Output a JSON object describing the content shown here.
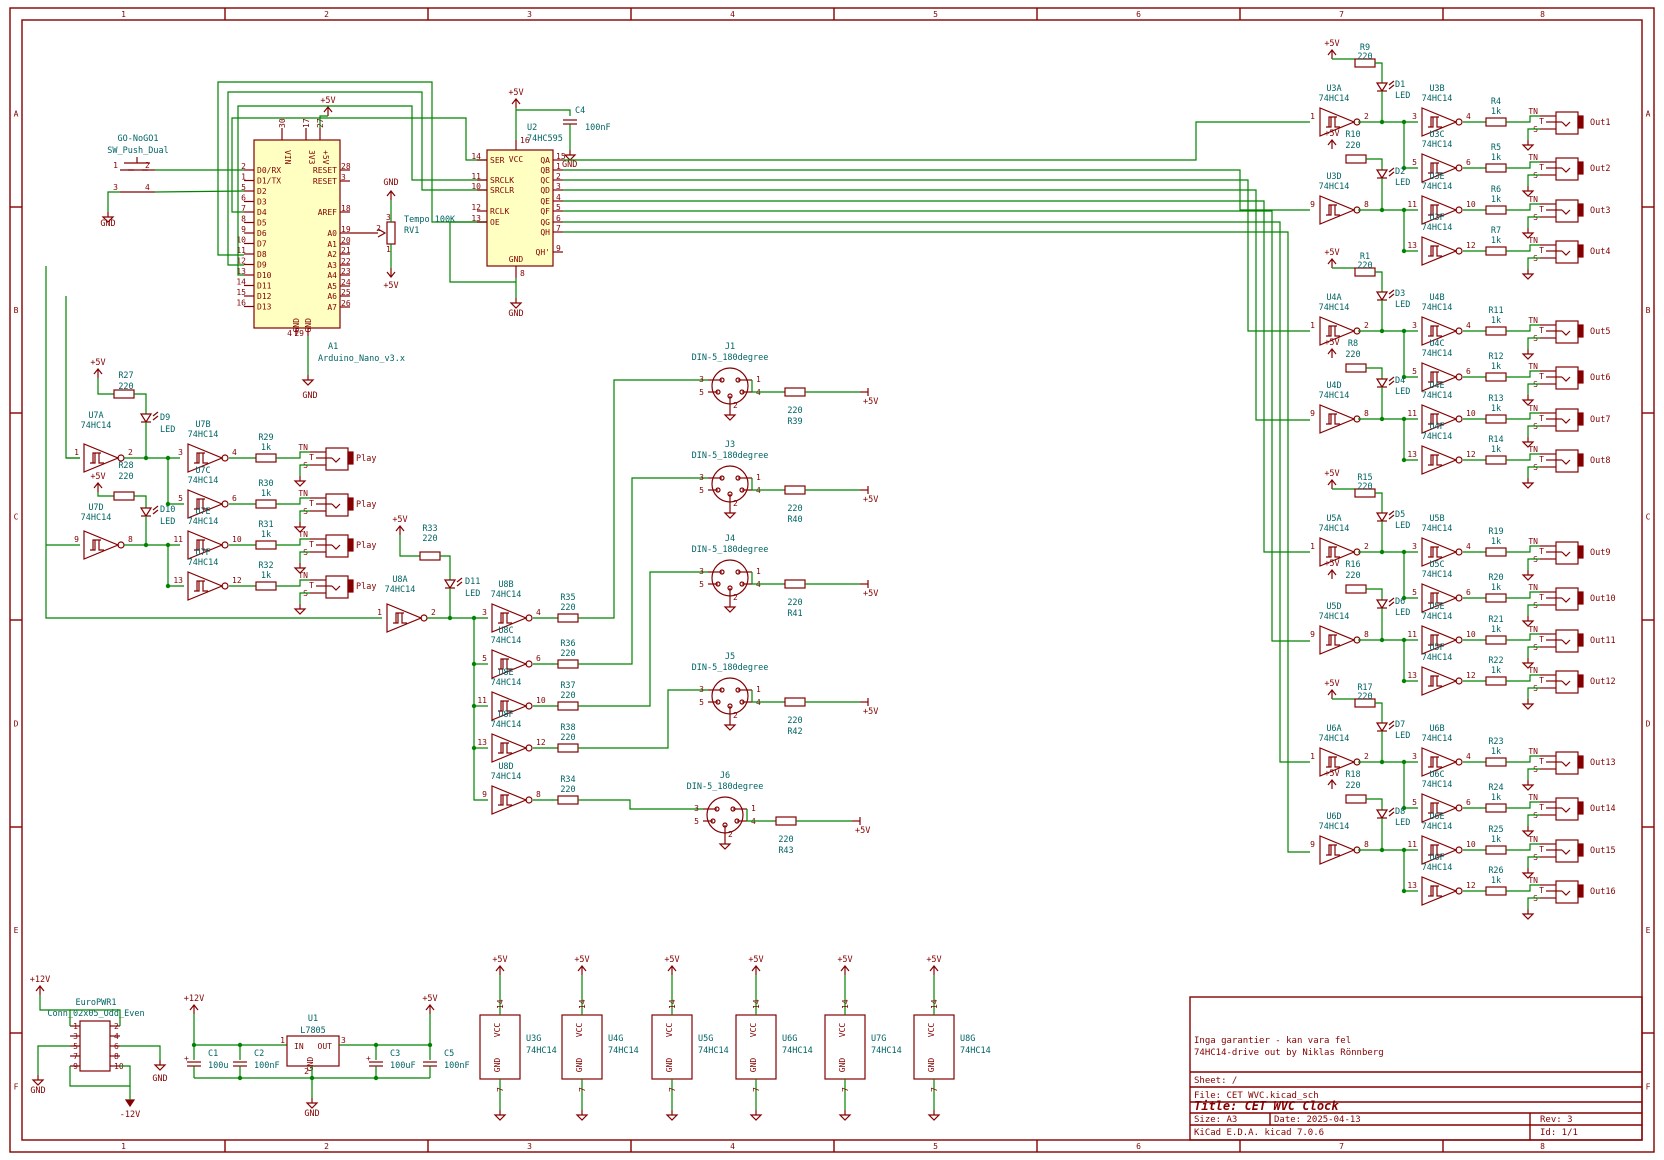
{
  "grid": {
    "columns": [
      "1",
      "2",
      "3",
      "4",
      "5",
      "6",
      "7",
      "8"
    ],
    "rows": [
      "A",
      "B",
      "C",
      "D",
      "E",
      "F"
    ]
  },
  "title_block": {
    "note1": "Inga garantier - kan vara fel",
    "note2": "74HC14-drive out by Niklas Rönnberg",
    "sheet": "Sheet: /",
    "file": "File: CET WVC.kicad_sch",
    "title": "Title: CET WVC Clock",
    "size": "Size: A3",
    "date": "Date: 2025-04-13",
    "rev": "Rev: 3",
    "eda": "KiCad E.D.A.  kicad 7.0.6",
    "id": "Id: 1/1"
  },
  "power": {
    "p5": "+5V",
    "gnd": "GND",
    "p12": "+12V",
    "m12": "-12V"
  },
  "arduino": {
    "ref": "A1",
    "value": "Arduino_Nano_v3.x",
    "top_pins": [
      "VIN",
      "3V3",
      "+5V"
    ],
    "top_nums": [
      "30",
      "17",
      "27"
    ],
    "left_pins": [
      "D0/RX",
      "D1/TX",
      "D2",
      "D3",
      "D4",
      "D5",
      "D6",
      "D7",
      "D8",
      "D9",
      "D10",
      "D11",
      "D12",
      "D13"
    ],
    "left_nums": [
      "2",
      "1",
      "5",
      "6",
      "7",
      "8",
      "9",
      "10",
      "11",
      "12",
      "13",
      "14",
      "15",
      "16"
    ],
    "right_pins": [
      "RESET",
      "RESET",
      "AREF",
      "A0",
      "A1",
      "A2",
      "A3",
      "A4",
      "A5",
      "A6",
      "A7"
    ],
    "right_nums": [
      "28",
      "3",
      "18",
      "19",
      "20",
      "21",
      "22",
      "23",
      "24",
      "25",
      "26"
    ],
    "bottom_pins": [
      "GND",
      "GND"
    ],
    "bottom_nums": [
      "4",
      "29"
    ]
  },
  "switch": {
    "ref": "GO-NoGO1",
    "value": "SW_Push_Dual",
    "pins": [
      "1",
      "2",
      "3",
      "4"
    ]
  },
  "pot": {
    "ref": "RV1",
    "value": "Tempo 100K",
    "pins": [
      "1",
      "2",
      "3"
    ]
  },
  "sr": {
    "ref": "U2",
    "value": "74HC595",
    "left_pins": [
      "SER",
      "SRCLK",
      "SRCLR",
      "RCLK",
      "OE"
    ],
    "left_nums": [
      "14",
      "11",
      "10",
      "12",
      "13"
    ],
    "right_pins": [
      "QA",
      "QB",
      "QC",
      "QD",
      "QE",
      "QF",
      "QG",
      "QH",
      "QH'"
    ],
    "right_nums": [
      "15",
      "1",
      "2",
      "3",
      "4",
      "5",
      "6",
      "7",
      "9"
    ],
    "top": "VCC",
    "top_num": "16",
    "bottom": "GND",
    "bottom_num": "8"
  },
  "c4": {
    "ref": "C4",
    "value": "100nF"
  },
  "gnd_label": "GND",
  "outputs": [
    {
      "rref": "R9",
      "rval": "220",
      "dref": "D1",
      "dval": "LED",
      "ua": "U3A",
      "ub": "U3B",
      "uc": "U3C",
      "rc": "R10",
      "rcv": "220",
      "ud": "U3D",
      "d2": "D2",
      "ue": "U3E",
      "uf": "U3F",
      "r1": "R4",
      "r2": "R5",
      "r3": "R6",
      "r4": "R7",
      "o": [
        "Out1",
        "Out2",
        "Out3",
        "Out4"
      ]
    },
    {
      "rref": "R1",
      "rval": "220",
      "dref": "D3",
      "dval": "LED",
      "ua": "U4A",
      "ub": "U4B",
      "uc": "U4C",
      "rc": "R8",
      "rcv": "220",
      "ud": "U4D",
      "d2": "D4",
      "ue": "U4E",
      "uf": "U4F",
      "r1": "R11",
      "r2": "R12",
      "r3": "R13",
      "r4": "R14",
      "o": [
        "Out5",
        "Out6",
        "Out7",
        "Out8"
      ]
    },
    {
      "rref": "R15",
      "rval": "220",
      "dref": "D5",
      "dval": "LED",
      "ua": "U5A",
      "ub": "U5B",
      "uc": "U5C",
      "rc": "R16",
      "rcv": "220",
      "ud": "U5D",
      "d2": "D6",
      "ue": "U5E",
      "uf": "U5F",
      "r1": "R19",
      "r2": "R20",
      "r3": "R21",
      "r4": "R22",
      "o": [
        "Out9",
        "Out10",
        "Out11",
        "Out12"
      ]
    },
    {
      "rref": "R17",
      "rval": "220",
      "dref": "D7",
      "dval": "LED",
      "ua": "U6A",
      "ub": "U6B",
      "uc": "U6C",
      "rc": "R18",
      "rcv": "220",
      "ud": "U6D",
      "d2": "D8",
      "ue": "U6E",
      "uf": "U6F",
      "r1": "R23",
      "r2": "R24",
      "r3": "R25",
      "r4": "R26",
      "o": [
        "Out13",
        "Out14",
        "Out15",
        "Out16"
      ]
    }
  ],
  "chip": "74HC14",
  "r1k": "1k",
  "jack_pins": [
    "TN",
    "T",
    "S"
  ],
  "play": {
    "r27": "R27",
    "r28": "R28",
    "rv": "220",
    "d9": "D9",
    "d10": "D10",
    "led": "LED",
    "u7a": "U7A",
    "u7b": "U7B",
    "u7c": "U7C",
    "u7d": "U7D",
    "u7e": "U7E",
    "u7f": "U7F",
    "rs": [
      "R29",
      "R30",
      "R31",
      "R32"
    ],
    "label": "Play"
  },
  "din_section": {
    "r33": "R33",
    "u8a": "U8A",
    "d11": "D11",
    "gates": [
      "U8B",
      "U8C",
      "U8E",
      "U8F",
      "U8D"
    ],
    "series": [
      "R35",
      "R36",
      "R37",
      "R38",
      "R34"
    ],
    "jacks": [
      "J1",
      "J3",
      "J4",
      "J5",
      "J6"
    ],
    "jack_value": "DIN-5_180degree",
    "pulls": [
      "R39",
      "R40",
      "R41",
      "R42",
      "R43"
    ],
    "din_pins": [
      "1",
      "2",
      "3",
      "4",
      "5"
    ]
  },
  "power_section": {
    "conn_ref": "EuroPWR1",
    "conn_val": "Conn_02x05_Odd_Even",
    "conn_pins": [
      "1",
      "2",
      "3",
      "4",
      "5",
      "6",
      "7",
      "8",
      "9",
      "10"
    ],
    "u1": "U1",
    "u1v": "L7805",
    "u1pins": [
      "IN",
      "OUT",
      "GND"
    ],
    "u1nums": [
      "1",
      "3",
      "2"
    ],
    "c1": "C1",
    "c1v": "100u",
    "c2": "C2",
    "c2v": "100nF",
    "c3": "C3",
    "c3v": "100uF",
    "c5": "C5",
    "c5v": "100nF"
  },
  "supply_units": [
    {
      "ref": "U3G",
      "val": "74HC14"
    },
    {
      "ref": "U4G",
      "val": "74HC14"
    },
    {
      "ref": "U5G",
      "val": "74HC14"
    },
    {
      "ref": "U6G",
      "val": "74HC14"
    },
    {
      "ref": "U7G",
      "val": "74HC14"
    },
    {
      "ref": "U8G",
      "val": "74HC14"
    }
  ],
  "vcc": "VCC",
  "gndp": "GND",
  "pin14": "14",
  "pin7": "7"
}
